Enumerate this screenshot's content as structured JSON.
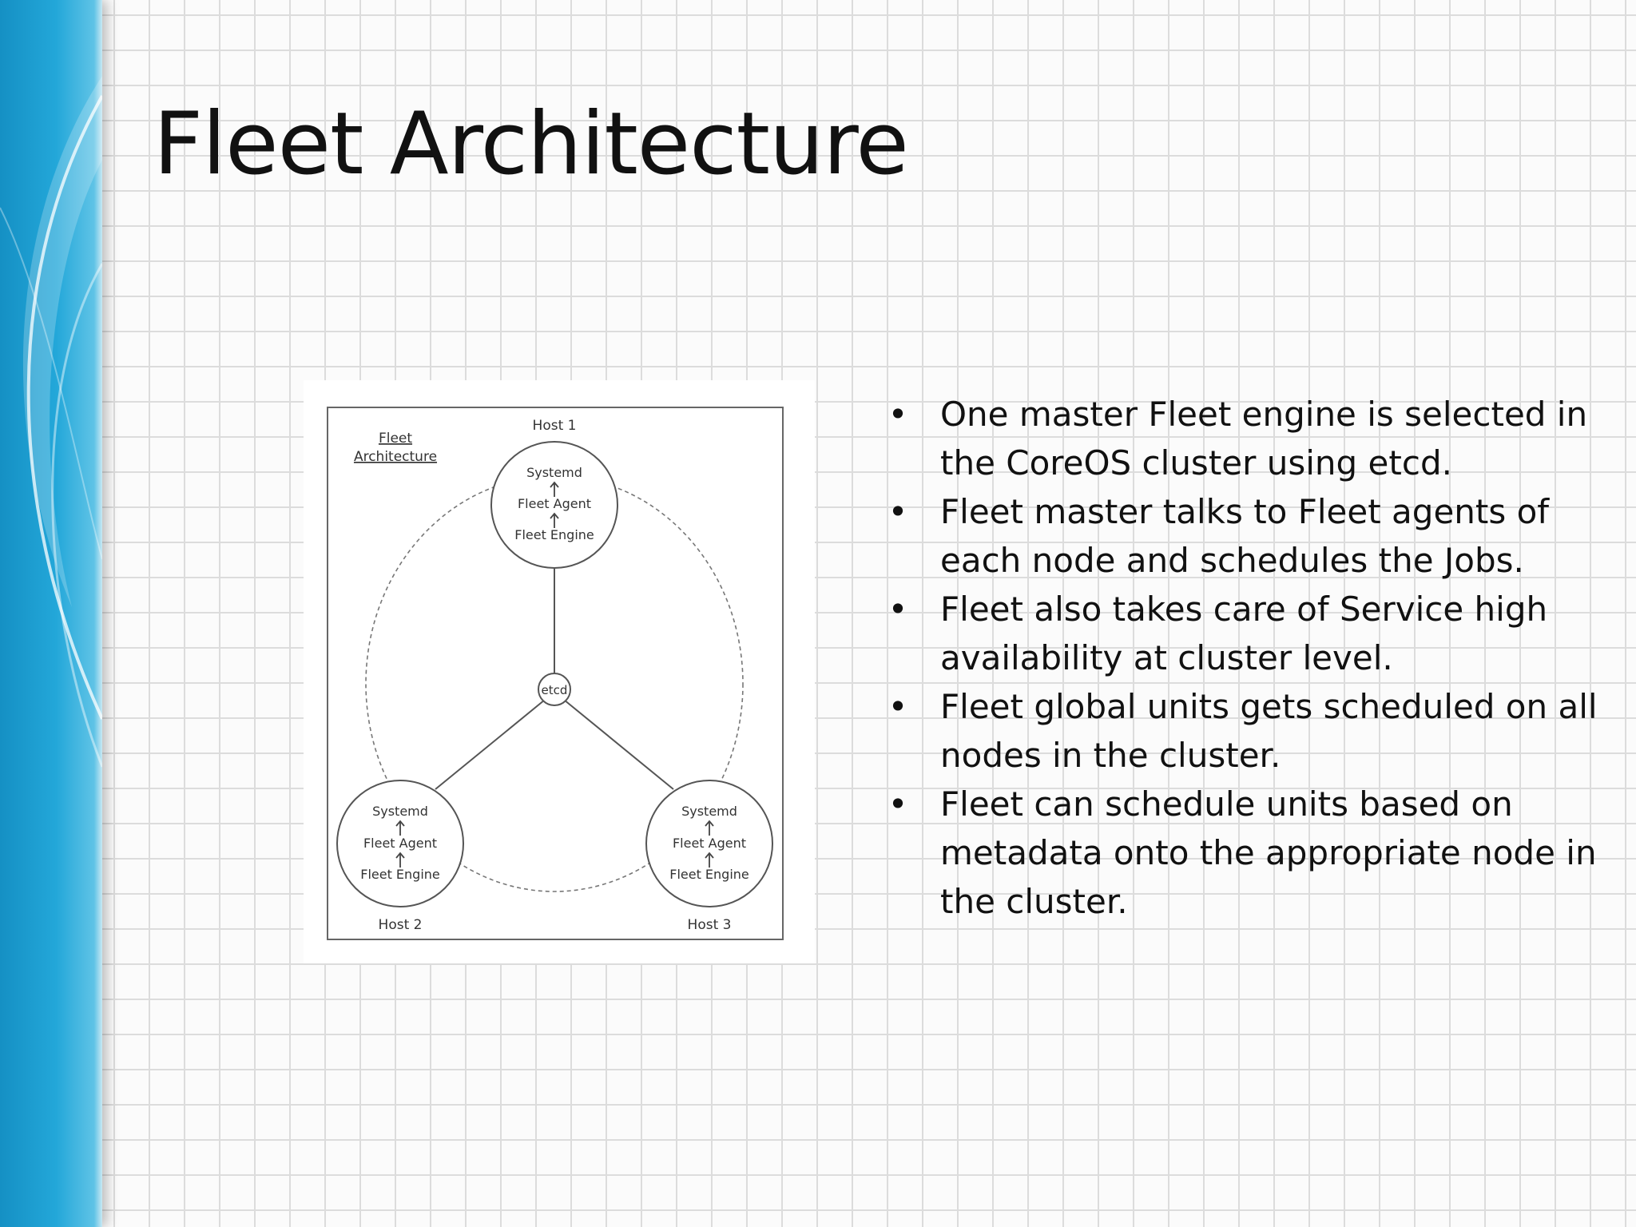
{
  "slide": {
    "title": "Fleet Architecture",
    "bullets": [
      {
        "text": "One master Fleet engine is selected in the CoreOS cluster using etcd."
      },
      {
        "text": "Fleet master talks to Fleet agents of each node and schedules the Jobs."
      },
      {
        "text": "Fleet also takes care of Service high availability at cluster level."
      },
      {
        "text": "Fleet global units gets scheduled on all nodes in the cluster."
      },
      {
        "text": "Fleet can schedule units based on metadata onto the appropriate node in the cluster."
      }
    ],
    "bullet_glyph": "•"
  },
  "diagram": {
    "caption_line1": "Fleet",
    "caption_line2": "Architecture",
    "center_label": "etcd",
    "hosts": [
      {
        "name": "Host 1",
        "layers": [
          "Systemd",
          "Fleet Agent",
          "Fleet Engine"
        ]
      },
      {
        "name": "Host 2",
        "layers": [
          "Systemd",
          "Fleet Agent",
          "Fleet Engine"
        ]
      },
      {
        "name": "Host 3",
        "layers": [
          "Systemd",
          "Fleet Agent",
          "Fleet Engine"
        ]
      }
    ]
  },
  "colors": {
    "band": "#1a9fd4",
    "title": "#111111",
    "diagram_stroke": "#555555"
  }
}
